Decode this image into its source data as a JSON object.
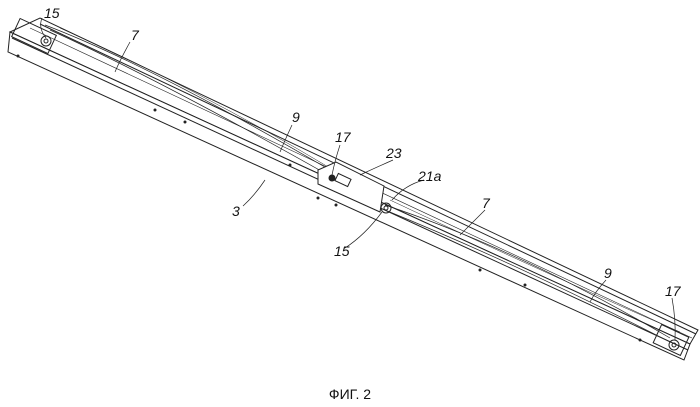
{
  "figure": {
    "caption": "ФИГ. 2",
    "labels": [
      "15",
      "7",
      "9",
      "17",
      "23",
      "21a",
      "15",
      "7",
      "3",
      "9",
      "17"
    ]
  }
}
